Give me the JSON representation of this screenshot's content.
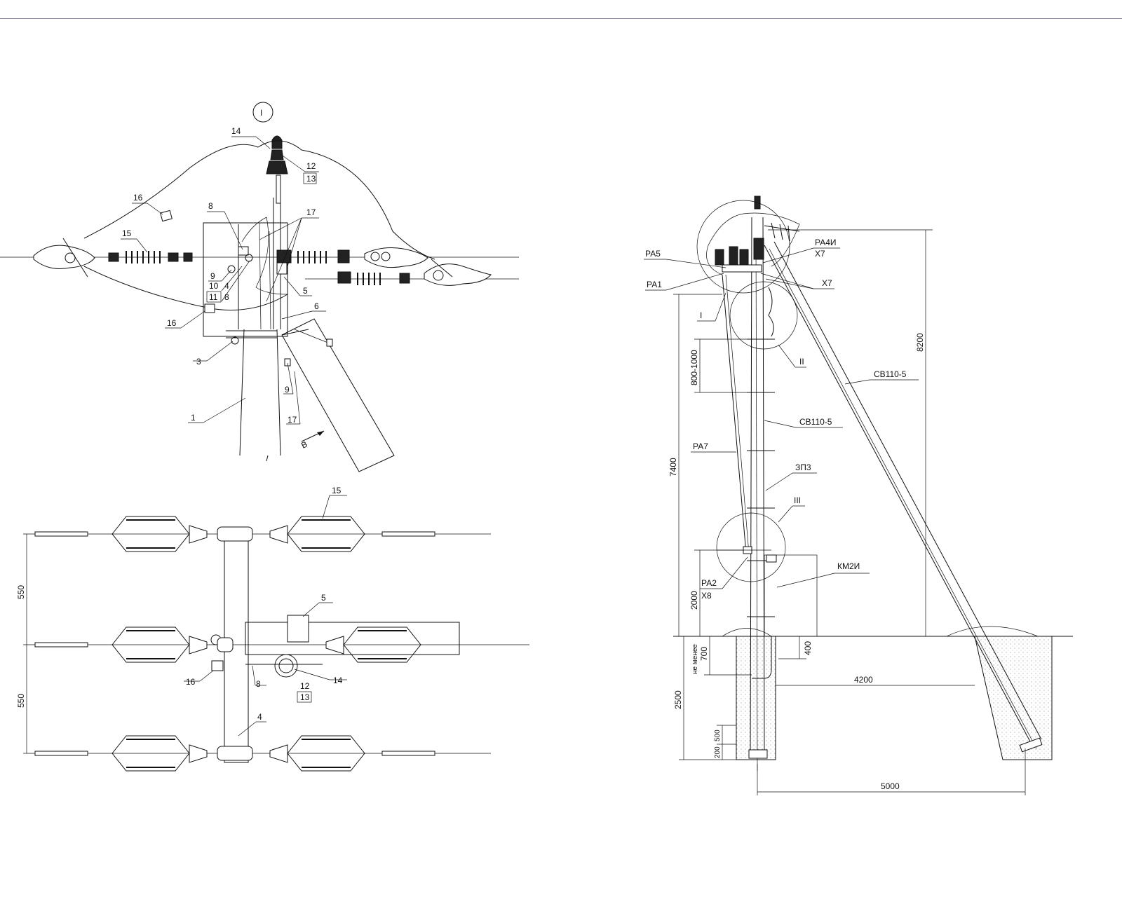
{
  "detail_top": {
    "circle_label": "I",
    "callouts": {
      "c14": "14",
      "c12": "12",
      "c13": "13",
      "c16a": "16",
      "c8a": "8",
      "c17a": "17",
      "c15": "15",
      "c9a": "9",
      "c10": "10",
      "c11": "11",
      "c4": "4",
      "c8b": "8",
      "c5": "5",
      "c6": "6",
      "c16b": "16",
      "c3": "3",
      "c9b": "9",
      "c17b": "17",
      "c1": "1",
      "view": "B"
    }
  },
  "detail_plan": {
    "callouts": {
      "c15": "15",
      "c5": "5",
      "c16": "16",
      "c8": "8",
      "c12": "12",
      "c13": "13",
      "c14": "14",
      "c4": "4"
    },
    "dims": {
      "d1": "550",
      "d2": "550"
    }
  },
  "elevation": {
    "labels": {
      "pa5": "РА5",
      "pa1": "РА1",
      "pa4i": "РА4И",
      "x7a": "Х7",
      "x7b": "Х7",
      "i": "I",
      "ii": "II",
      "iii": "III",
      "sv_strut": "СВ110-5",
      "sv_pole": "СВ110-5",
      "pa7": "РА7",
      "zp3": "ЗП3",
      "km2i": "КМ2И",
      "pa2": "РА2",
      "x8": "Х8"
    },
    "dims": {
      "d8200": "8200",
      "d800_1000": "800-1000",
      "d7400": "7400",
      "d2000": "2000",
      "d700": "700",
      "ne_menee": "не менее",
      "d400": "400",
      "d4200": "4200",
      "d2500": "2500",
      "d500": "500",
      "d200": "200",
      "d5000": "5000"
    }
  }
}
